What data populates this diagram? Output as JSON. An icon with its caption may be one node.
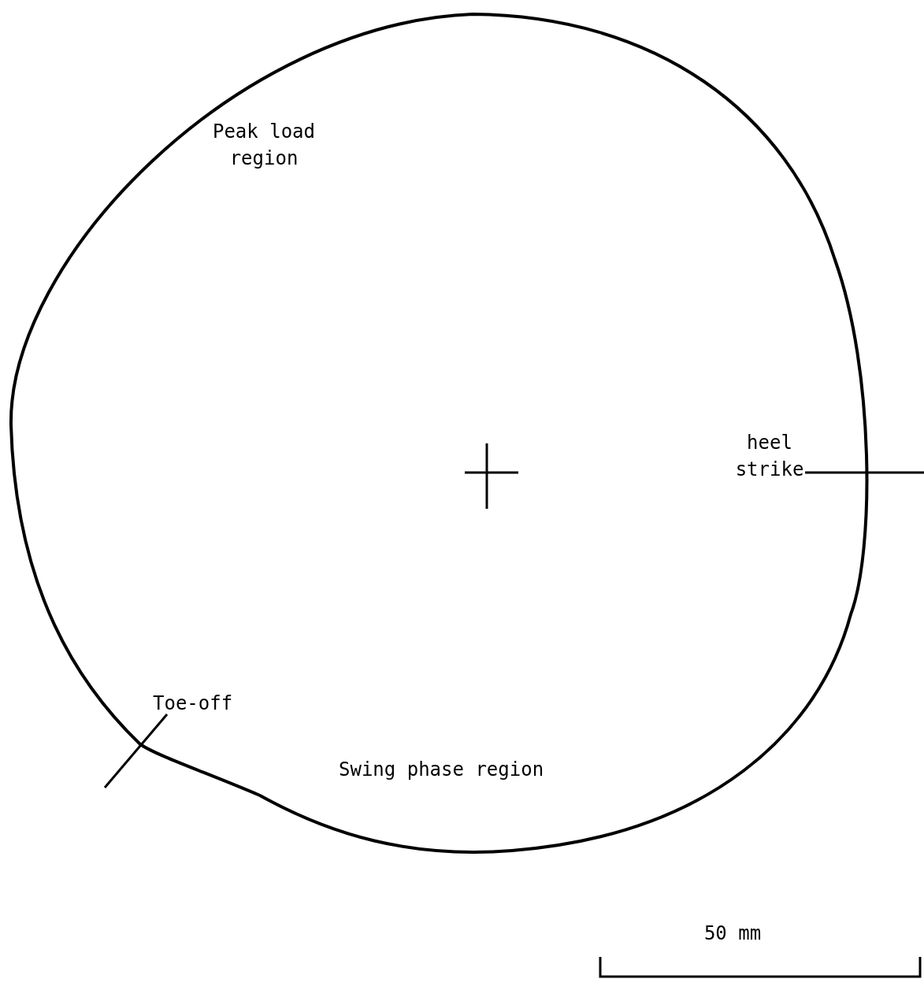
{
  "diagram": {
    "labels": [
      "Peak load region",
      "heel strike",
      "Toe-off",
      "Swing phase region",
      "50 mm"
    ]
  }
}
